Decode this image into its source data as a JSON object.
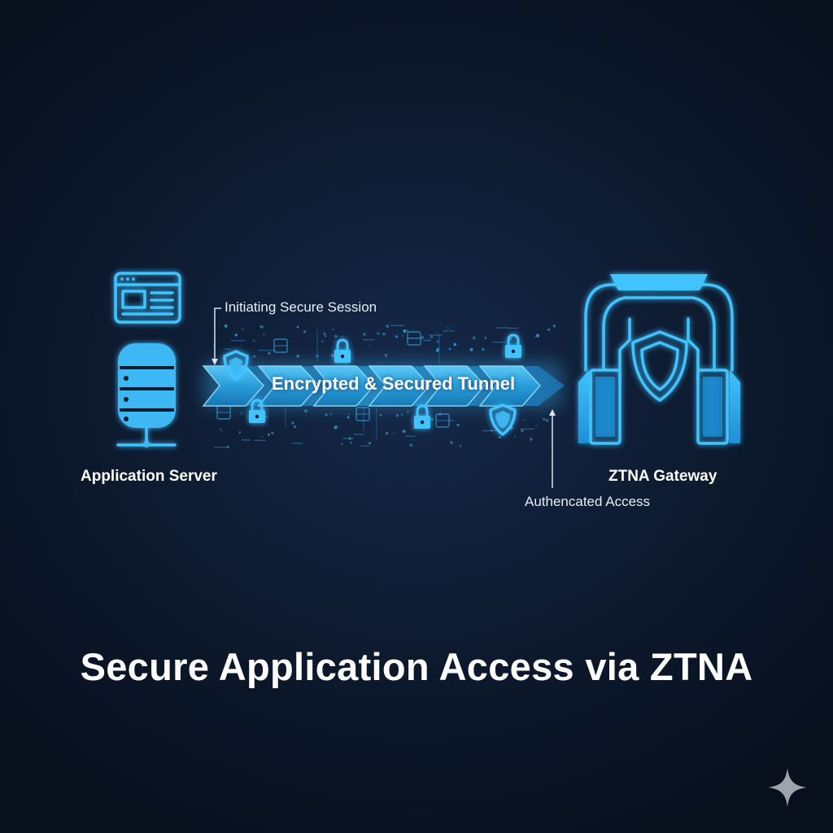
{
  "diagram": {
    "title": "Secure Application Access via ZTNA",
    "nodes": {
      "server": {
        "label": "Application Server",
        "icon": "database-server-icon"
      },
      "gateway": {
        "label": "ZTNA Gateway",
        "icon": "shield-gateway-icon"
      }
    },
    "tunnel": {
      "label": "Encrypted & Secured Tunnel"
    },
    "annotations": {
      "start": "Initiating Secure Session",
      "end": "Authencated Access"
    }
  },
  "colors": {
    "background": "#0b1628",
    "accent": "#3fc3ff",
    "text": "#ffffff"
  },
  "icons": [
    "browser-window-icon",
    "database-server-icon",
    "shield-icon",
    "lock-icon",
    "shield-gateway-icon",
    "sparkle-icon"
  ]
}
